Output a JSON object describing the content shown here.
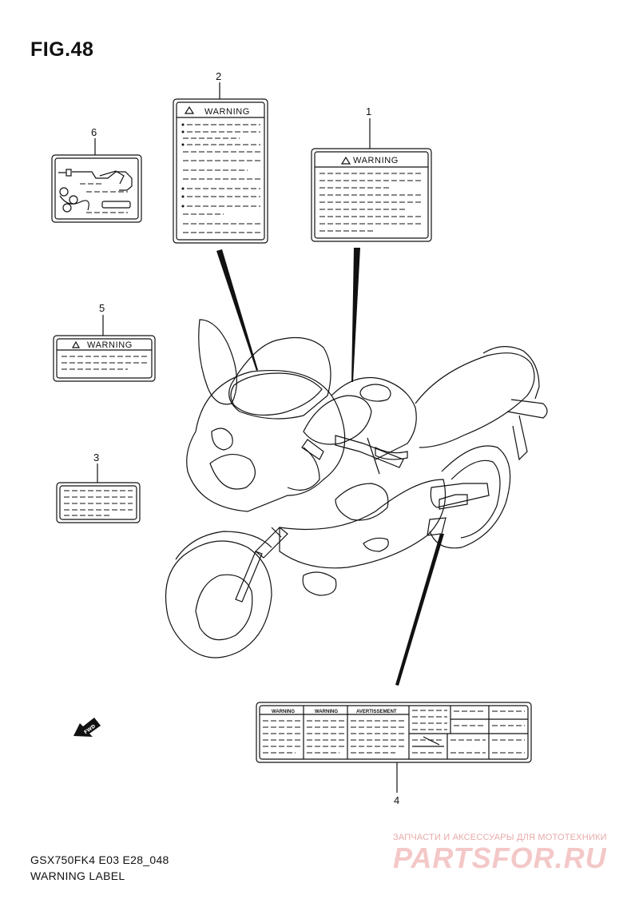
{
  "figure": {
    "title": "FIG.48"
  },
  "callouts": {
    "c1": "1",
    "c2": "2",
    "c3": "3",
    "c4": "4",
    "c5": "5",
    "c6": "6"
  },
  "labels": {
    "warning_text": "WARNING",
    "avert_text": "AVERTISSEMENT",
    "fwd_text": "FWD"
  },
  "footer": {
    "model_code": "GSX750FK4 E03 E28_048",
    "diagram_title": "WARNING LABEL"
  },
  "watermark": {
    "tagline": "ЗАПЧАСТИ И АКСЕССУАРЫ ДЛЯ МОТОТЕХНИКИ",
    "logo": "PARTSFOR.RU"
  }
}
